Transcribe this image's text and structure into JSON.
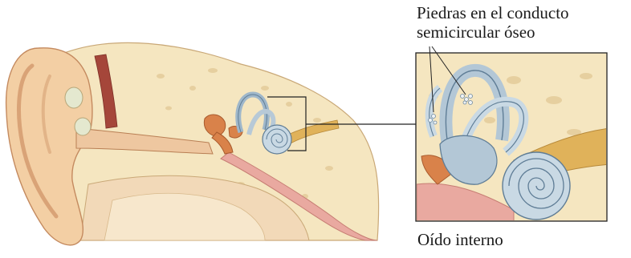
{
  "labels": {
    "stones_line1": "Piedras en el conducto",
    "stones_line2": "semicircular óseo",
    "inner_ear": "Oído interno"
  },
  "colors": {
    "skin": "#f3cfa4",
    "skin_shadow": "#d9a377",
    "bone": "#f5e6c0",
    "bone_pore": "#e6cf9f",
    "canal": "#c9d9e4",
    "canal_outline": "#5f7d96",
    "ossicles": "#d9824a",
    "nerve": "#e0b25a",
    "tube": "#e9a9a0",
    "muscle": "#a5463a",
    "callout": "#222222"
  },
  "icons": {
    "external_ear": "outer-ear-illustration",
    "cochlea": "cochlea-spiral",
    "semicircular_canals": "semicircular-canal-loops",
    "otoliths": "loose-stone-particles"
  }
}
